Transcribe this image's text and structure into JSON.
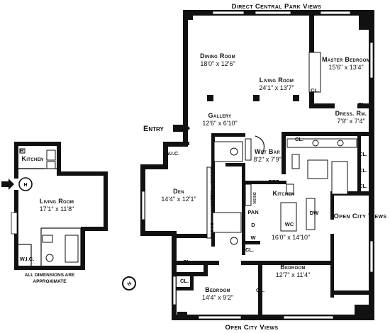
{
  "views": {
    "top": "Direct Central Park Views",
    "right": "Open City Views",
    "bottom": "Open City Views"
  },
  "entry_label": "Entry",
  "rooms": {
    "dining": {
      "title": "Dining Room",
      "dims": "18'0\" x 12'6\""
    },
    "living": {
      "title": "Living Room",
      "dims": "24'1\" x 13'7\""
    },
    "master": {
      "title": "Master Bedroom",
      "dims": "15'6\" x 13'4\""
    },
    "gallery": {
      "title": "Gallery",
      "dims": "12'6\" x 6'10\""
    },
    "dress": {
      "title": "Dress. Rm.",
      "dims": "7'9\" x 7'4\""
    },
    "wetbar": {
      "title": "Wet Bar",
      "dims": "8'2\" x 7'9\""
    },
    "den": {
      "title": "Den",
      "dims": "14'4\" x 12'1\""
    },
    "kitchen": {
      "title": "Kitchen",
      "dims": "16'0\" x 14'10\""
    },
    "bedroom1": {
      "title": "Bedroom",
      "dims": "14'4\" x 9'2\""
    },
    "bedroom2": {
      "title": "Bedroom",
      "dims": "12'7\" x 11'4\""
    },
    "staff_kitchen": {
      "title": "Kitchen"
    },
    "staff_living": {
      "title": "Living Room",
      "dims": "17'1\" x 11'8\""
    }
  },
  "tags": {
    "wic": "W.I.C.",
    "cl": "CL.",
    "ref": "REF",
    "dw": "DW",
    "wc": "WC",
    "pan": "PAN",
    "d": "D",
    "w": "W",
    "r": "R",
    "h": "H",
    "desk": "DESK",
    "media": "MEDIA",
    "books": "BOOKS"
  },
  "note": [
    "ALL DIMENSIONS ARE",
    "APPROXIMATE"
  ],
  "compass": "N"
}
